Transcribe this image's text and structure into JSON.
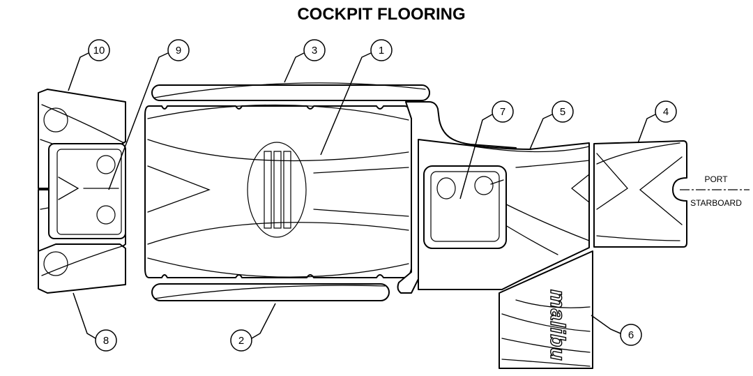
{
  "title": "COCKPIT FLOORING",
  "callouts": [
    "1",
    "2",
    "3",
    "4",
    "5",
    "6",
    "7",
    "8",
    "9",
    "10"
  ],
  "orientation": {
    "top": "PORT",
    "bottom": "STARBOARD"
  },
  "brand_logo_text": "malibu",
  "colors": {
    "line": "#000000",
    "background": "#ffffff"
  }
}
